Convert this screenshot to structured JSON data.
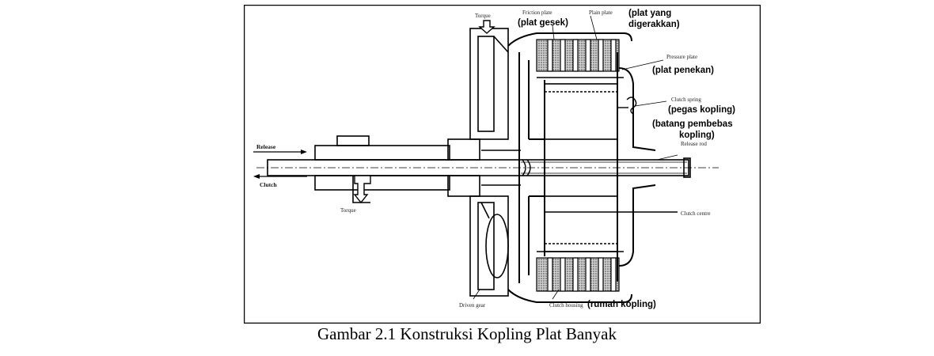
{
  "figure": {
    "labels": {
      "torque_top": "Torque",
      "friction_plate": "Friction plate",
      "friction_plate_id": "(plat gesek)",
      "plain_plate": "Plain plate",
      "plain_plate_id_line1": "(plat yang",
      "plain_plate_id_line2": "digerakkan)",
      "pressure_plate": "Pressure plate",
      "pressure_plate_id": "(plat penekan)",
      "clutch_spring": "Clutch spring",
      "clutch_spring_id": "(pegas kopling)",
      "release_rod_id_line1": "(batang pembebas",
      "release_rod_id_line2": "kopling)",
      "release_rod": "Release rod",
      "release": "Release",
      "clutch": "Clutch",
      "torque_bottom": "Torque",
      "clutch_centre": "Clutch centre",
      "driven_gear": "Driven gear",
      "clutch_housing": "Clutch housing",
      "clutch_housing_id": "(rumah kopling)"
    }
  },
  "caption": "Gambar 2.1 Konstruksi Kopling Plat Banyak"
}
